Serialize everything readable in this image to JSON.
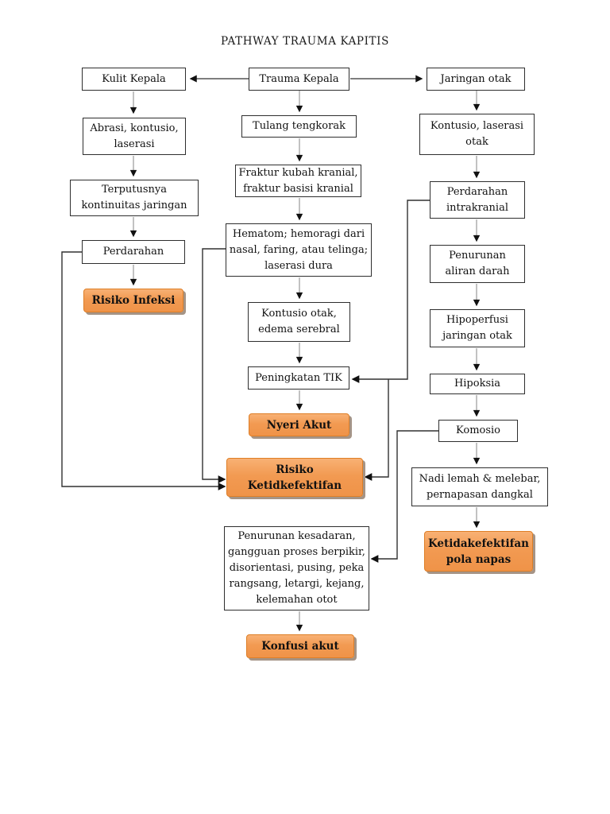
{
  "title": "PATHWAY TRAUMA KAPITIS",
  "colors": {
    "accent_fill": "#f29a52",
    "accent_border": "#de7e26",
    "accent_shadow": "#a59486",
    "box_border": "#2e2e2e",
    "connector": "#303030",
    "arrowhead": "#111111"
  },
  "nodes": {
    "kulit_kepala": {
      "label": "Kulit Kepala"
    },
    "trauma_kepala": {
      "label": "Trauma Kepala"
    },
    "jaringan_otak": {
      "label": "Jaringan otak"
    },
    "abrasi": {
      "label": "Abrasi, kontusio,\nlaserasi"
    },
    "terputusnya": {
      "label": "Terputusnya\nkontinuitas jaringan"
    },
    "perdarahan": {
      "label": "Perdarahan"
    },
    "risiko_infeksi": {
      "label": "Risiko Infeksi"
    },
    "tulang_tengkorak": {
      "label": "Tulang tengkorak"
    },
    "fraktur": {
      "label": "Fraktur kubah kranial,\nfraktur basisi kranial"
    },
    "hematom": {
      "label": "Hematom; hemoragi dari\nnasal, faring, atau telinga;\nlaserasi dura"
    },
    "kontusio_otak": {
      "label": "Kontusio otak,\nedema serebral"
    },
    "peningkatan_tik": {
      "label": "Peningkatan TIK"
    },
    "nyeri_akut": {
      "label": "Nyeri Akut"
    },
    "risiko_ketidkefektifan": {
      "label": "Risiko\nKetidkefektifan"
    },
    "penurunan_kesadaran": {
      "label": "Penurunan kesadaran,\ngangguan proses berpikir,\ndisorientasi, pusing, peka\nrangsang, letargi, kejang,\nkelemahan otot"
    },
    "konfusi_akut": {
      "label": "Konfusi akut"
    },
    "kontusio_laserasi_otak": {
      "label": "Kontusio, laserasi\notak"
    },
    "perdarahan_intrakranial": {
      "label": "Perdarahan\nintrakranial"
    },
    "penurunan_aliran_darah": {
      "label": "Penurunan\naliran darah"
    },
    "hipoperfusi": {
      "label": "Hipoperfusi\njaringan otak"
    },
    "hipoksia": {
      "label": "Hipoksia"
    },
    "komosio": {
      "label": "Komosio"
    },
    "nadi_lemah": {
      "label": "Nadi lemah & melebar,\npernapasan dangkal"
    },
    "ketidakefektifan_pola_napas": {
      "label": "Ketidakefektifan\npola napas"
    }
  }
}
